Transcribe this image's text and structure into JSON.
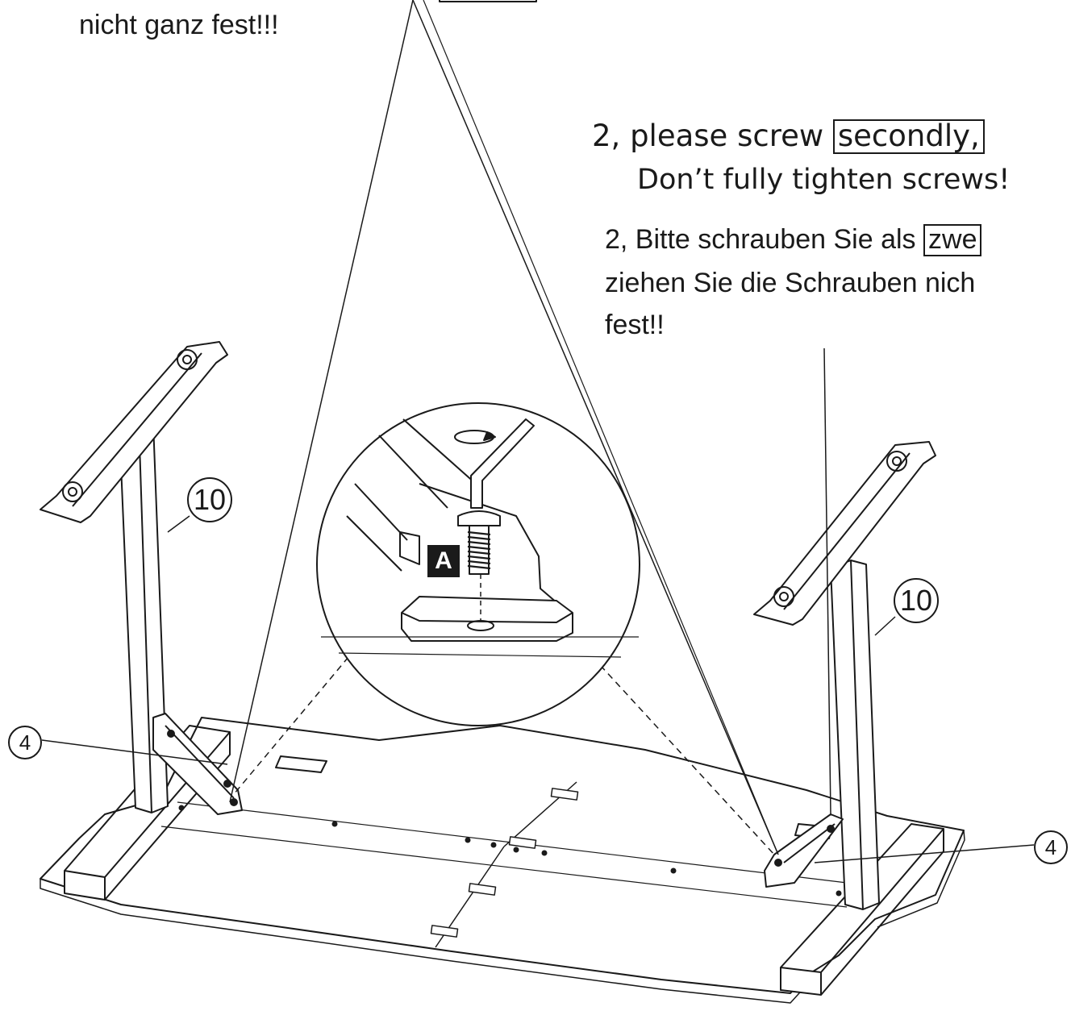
{
  "text": {
    "de_top_tail": "nicht ganz fest!!!",
    "en_step_prefix": "2, please screw",
    "en_step_boxed": "secondly,",
    "en_step_line2": "Don’t fully tighten screws!",
    "de_step_prefix": "2, Bitte schrauben Sie als",
    "de_step_boxed": "zwe",
    "de_step_line2": "ziehen Sie die Schrauben nich",
    "de_step_line3": "fest!!"
  },
  "callouts": {
    "leg_left": "10",
    "leg_right": "10",
    "bracket_left": "4",
    "bracket_right": "4"
  },
  "badge": {
    "screw_label": "A"
  },
  "colors": {
    "ink": "#1a1a1a",
    "paper": "#ffffff",
    "shade": "#cfcfcf"
  },
  "icons": {
    "rotate": "rotate-arrow-icon",
    "hex_key": "allen-key-icon"
  }
}
